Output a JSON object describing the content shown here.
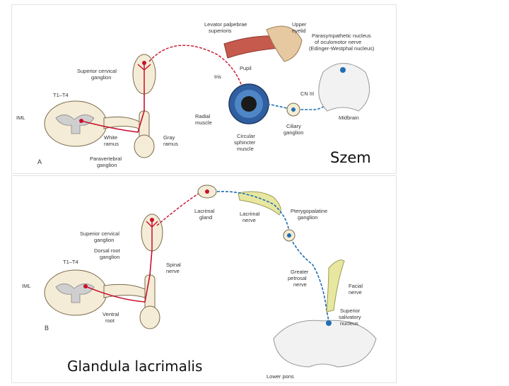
{
  "panel_a": {
    "panel_letter": "A",
    "labels": {
      "levator": "Levator palpebrae",
      "levator2": "superioris",
      "upper_eyelid": "Upper",
      "upper_eyelid2": "eyelid",
      "parasym": "Parasympathetic nucleus",
      "parasym2": "of oculomotor nerve",
      "parasym3": "(Edinger-Westphal nucleus)",
      "superior_cervical": "Superior cervical",
      "superior_cervical2": "ganglion",
      "pupil": "Pupil",
      "iris": "Iris",
      "t1t4": "T1–T4",
      "iml": "IML",
      "cn3": "CN III",
      "radial": "Radial",
      "radial2": "muscle",
      "white": "White",
      "white2": "ramus",
      "gray": "Gray",
      "gray2": "ramus",
      "ciliary": "Ciliary",
      "ciliary2": "ganglion",
      "midbrain": "Midbrain",
      "circular": "Circular",
      "circular2": "sphincter",
      "circular3": "muscle",
      "paravertebral": "Paravertebral",
      "paravertebral2": "ganglion"
    }
  },
  "panel_b": {
    "panel_letter": "B",
    "labels": {
      "lacrimal_gland": "Lacrimal",
      "lacrimal_gland2": "gland",
      "lacrimal_nerve": "Lacrimal",
      "lacrimal_nerve2": "nerve",
      "pterygo": "Pterygopalatine",
      "pterygo2": "ganglion",
      "superior_cervical": "Superior cervical",
      "superior_cervical2": "ganglion",
      "dorsal_root": "Dorsal root",
      "dorsal_root2": "ganglion",
      "t1t4": "T1–T4",
      "spinal": "Spinal",
      "spinal2": "nerve",
      "iml": "IML",
      "greater": "Greater",
      "greater2": "petrosal",
      "greater3": "nerve",
      "facial": "Facial",
      "facial2": "nerve",
      "ventral": "Ventral",
      "ventral2": "root",
      "superior_salivatory": "Superior",
      "superior_salivatory2": "salivatory",
      "superior_salivatory3": "nucleus",
      "lower_pons": "Lower pons"
    }
  },
  "captions": {
    "szem": "Szem",
    "glandula": "Glandula lacrimalis"
  },
  "colors": {
    "sympathetic": "#c8102e",
    "parasympathetic": "#1f6fb2"
  }
}
